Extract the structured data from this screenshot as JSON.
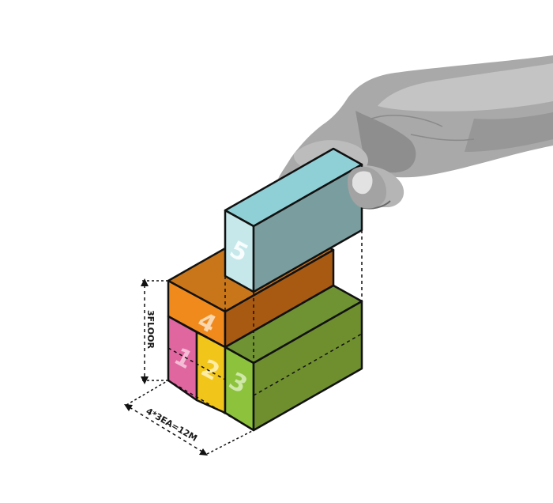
{
  "blocks": [
    {
      "id": "block-1",
      "label": "1",
      "color": "#e066a0"
    },
    {
      "id": "block-2",
      "label": "2",
      "color": "#f2c51a"
    },
    {
      "id": "block-3",
      "label": "3",
      "color": "#8cc23c"
    },
    {
      "id": "block-4",
      "label": "4",
      "color": "#f08a1c"
    },
    {
      "id": "block-5",
      "label": "5",
      "color": "#8fd0d6"
    }
  ],
  "dimensions": {
    "height_label": "3FLOOR",
    "width_label": "4*3EA=12M"
  },
  "icons": {
    "hand": "hand-icon"
  }
}
